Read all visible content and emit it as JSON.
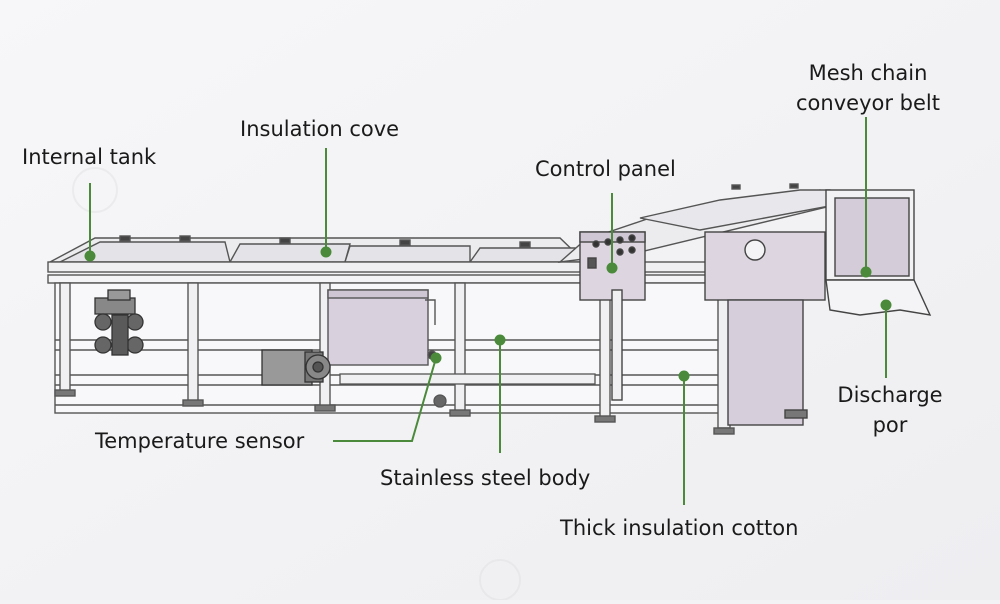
{
  "diagram": {
    "accent_color": "#4a8a3a",
    "callouts": [
      {
        "id": "internal-tank",
        "lines": [
          "Internal tank"
        ]
      },
      {
        "id": "insulation-cove",
        "lines": [
          "Insulation cove"
        ]
      },
      {
        "id": "control-panel",
        "lines": [
          "Control panel"
        ]
      },
      {
        "id": "mesh-chain-conveyor-belt",
        "lines": [
          "Mesh chain",
          "conveyor belt"
        ]
      },
      {
        "id": "discharge-por",
        "lines": [
          "Discharge",
          "por"
        ]
      },
      {
        "id": "temperature-sensor",
        "lines": [
          "Temperature sensor"
        ]
      },
      {
        "id": "stainless-steel-body",
        "lines": [
          "Stainless steel body"
        ]
      },
      {
        "id": "thick-insulation-cotton",
        "lines": [
          "Thick insulation cotton"
        ]
      }
    ]
  }
}
